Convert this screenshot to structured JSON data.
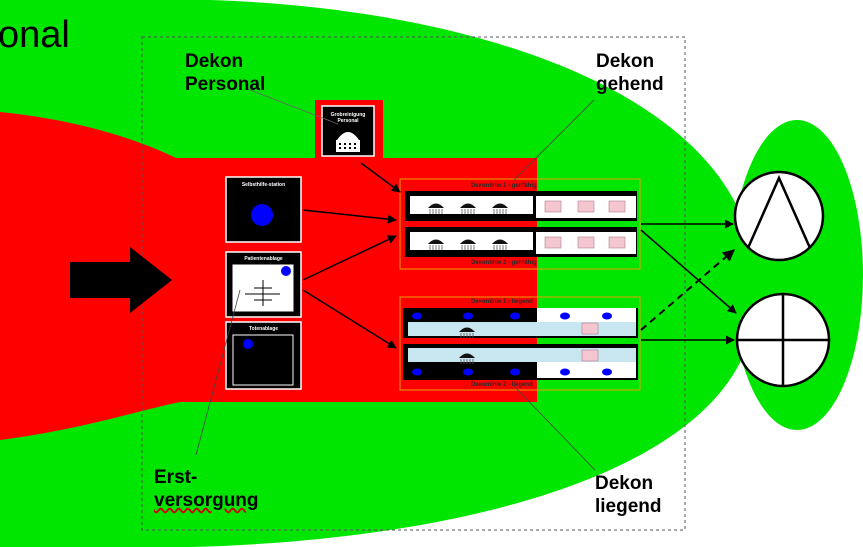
{
  "title_fragment": "onal",
  "labels": {
    "dekon_personal_1": "Dekon",
    "dekon_personal_2": "Personal",
    "dekon_gehend_1": "Dekon",
    "dekon_gehend_2": "gehend",
    "dekon_liegend_1": "Dekon",
    "dekon_liegend_2": "liegend",
    "erstversorgung_1": "Erst-",
    "erstversorgung_2": "versorgung"
  },
  "stations": {
    "grobreinigung": "Grobreinigung Personal",
    "selbsthilfe": "Selbsthilfe-station",
    "patientenablage": "Patientenablage",
    "totenablage": "Totenablage"
  },
  "lines": {
    "line1": "Dekonlinie 1 - gehfähig",
    "line2": "Dekonlinie 2 - gehfähig",
    "line3": "Dekonlinie 1 - liegend",
    "line4": "Dekonlinie 2 - liegend"
  },
  "colors": {
    "green": "#00e600",
    "red": "#ff0000",
    "black": "#000000",
    "blue": "#0000ff",
    "pink": "#f4c6d0",
    "lightblue": "#c8e6f0",
    "orange": "#e8a000"
  },
  "icons": [
    "shower-icon",
    "stretcher-icon",
    "arrow-right-icon",
    "upward-triangle-symbol",
    "circle-cross-symbol"
  ]
}
